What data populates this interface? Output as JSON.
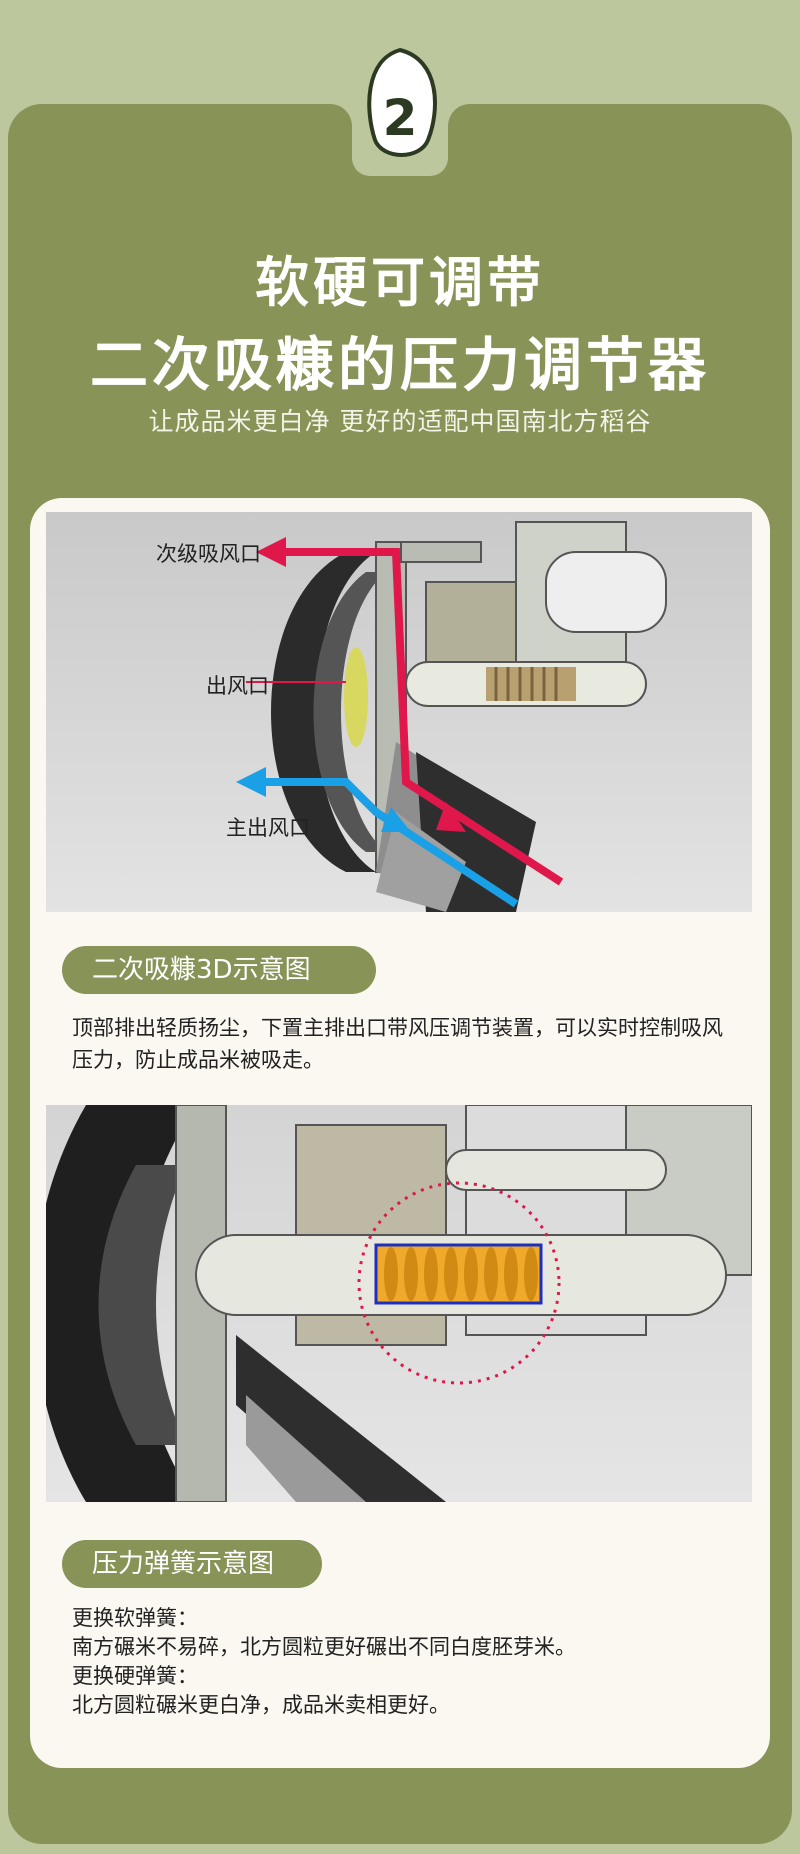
{
  "badge": {
    "number": "2"
  },
  "header": {
    "title_line1": "软硬可调带",
    "title_line2": "二次吸糠的压力调节器",
    "subtitle": "让成品米更白净 更好的适配中国南北方稻谷"
  },
  "diagram1": {
    "label_secondary_inlet": "次级吸风口",
    "label_outlet": "出风口",
    "label_main_outlet": "主出风口",
    "caption": "二次吸糠3D示意图",
    "description": "顶部排出轻质扬尘，下置主排出口带风压调节装置，可以实时控制吸风压力，防止成品米被吸走。"
  },
  "diagram2": {
    "caption": "压力弹簧示意图",
    "lines": [
      "更换软弹簧：",
      "南方碾米不易碎，北方圆粒更好碾出不同白度胚芽米。",
      "更换硬弹簧：",
      "北方圆粒碾米更白净，成品米卖相更好。"
    ]
  },
  "colors": {
    "background": "#bcc79e",
    "panel": "#879357",
    "card": "#fbf8f1",
    "red_arrow": "#e0174a",
    "blue_arrow": "#1aa0e6",
    "spring": "#f0a92a"
  }
}
